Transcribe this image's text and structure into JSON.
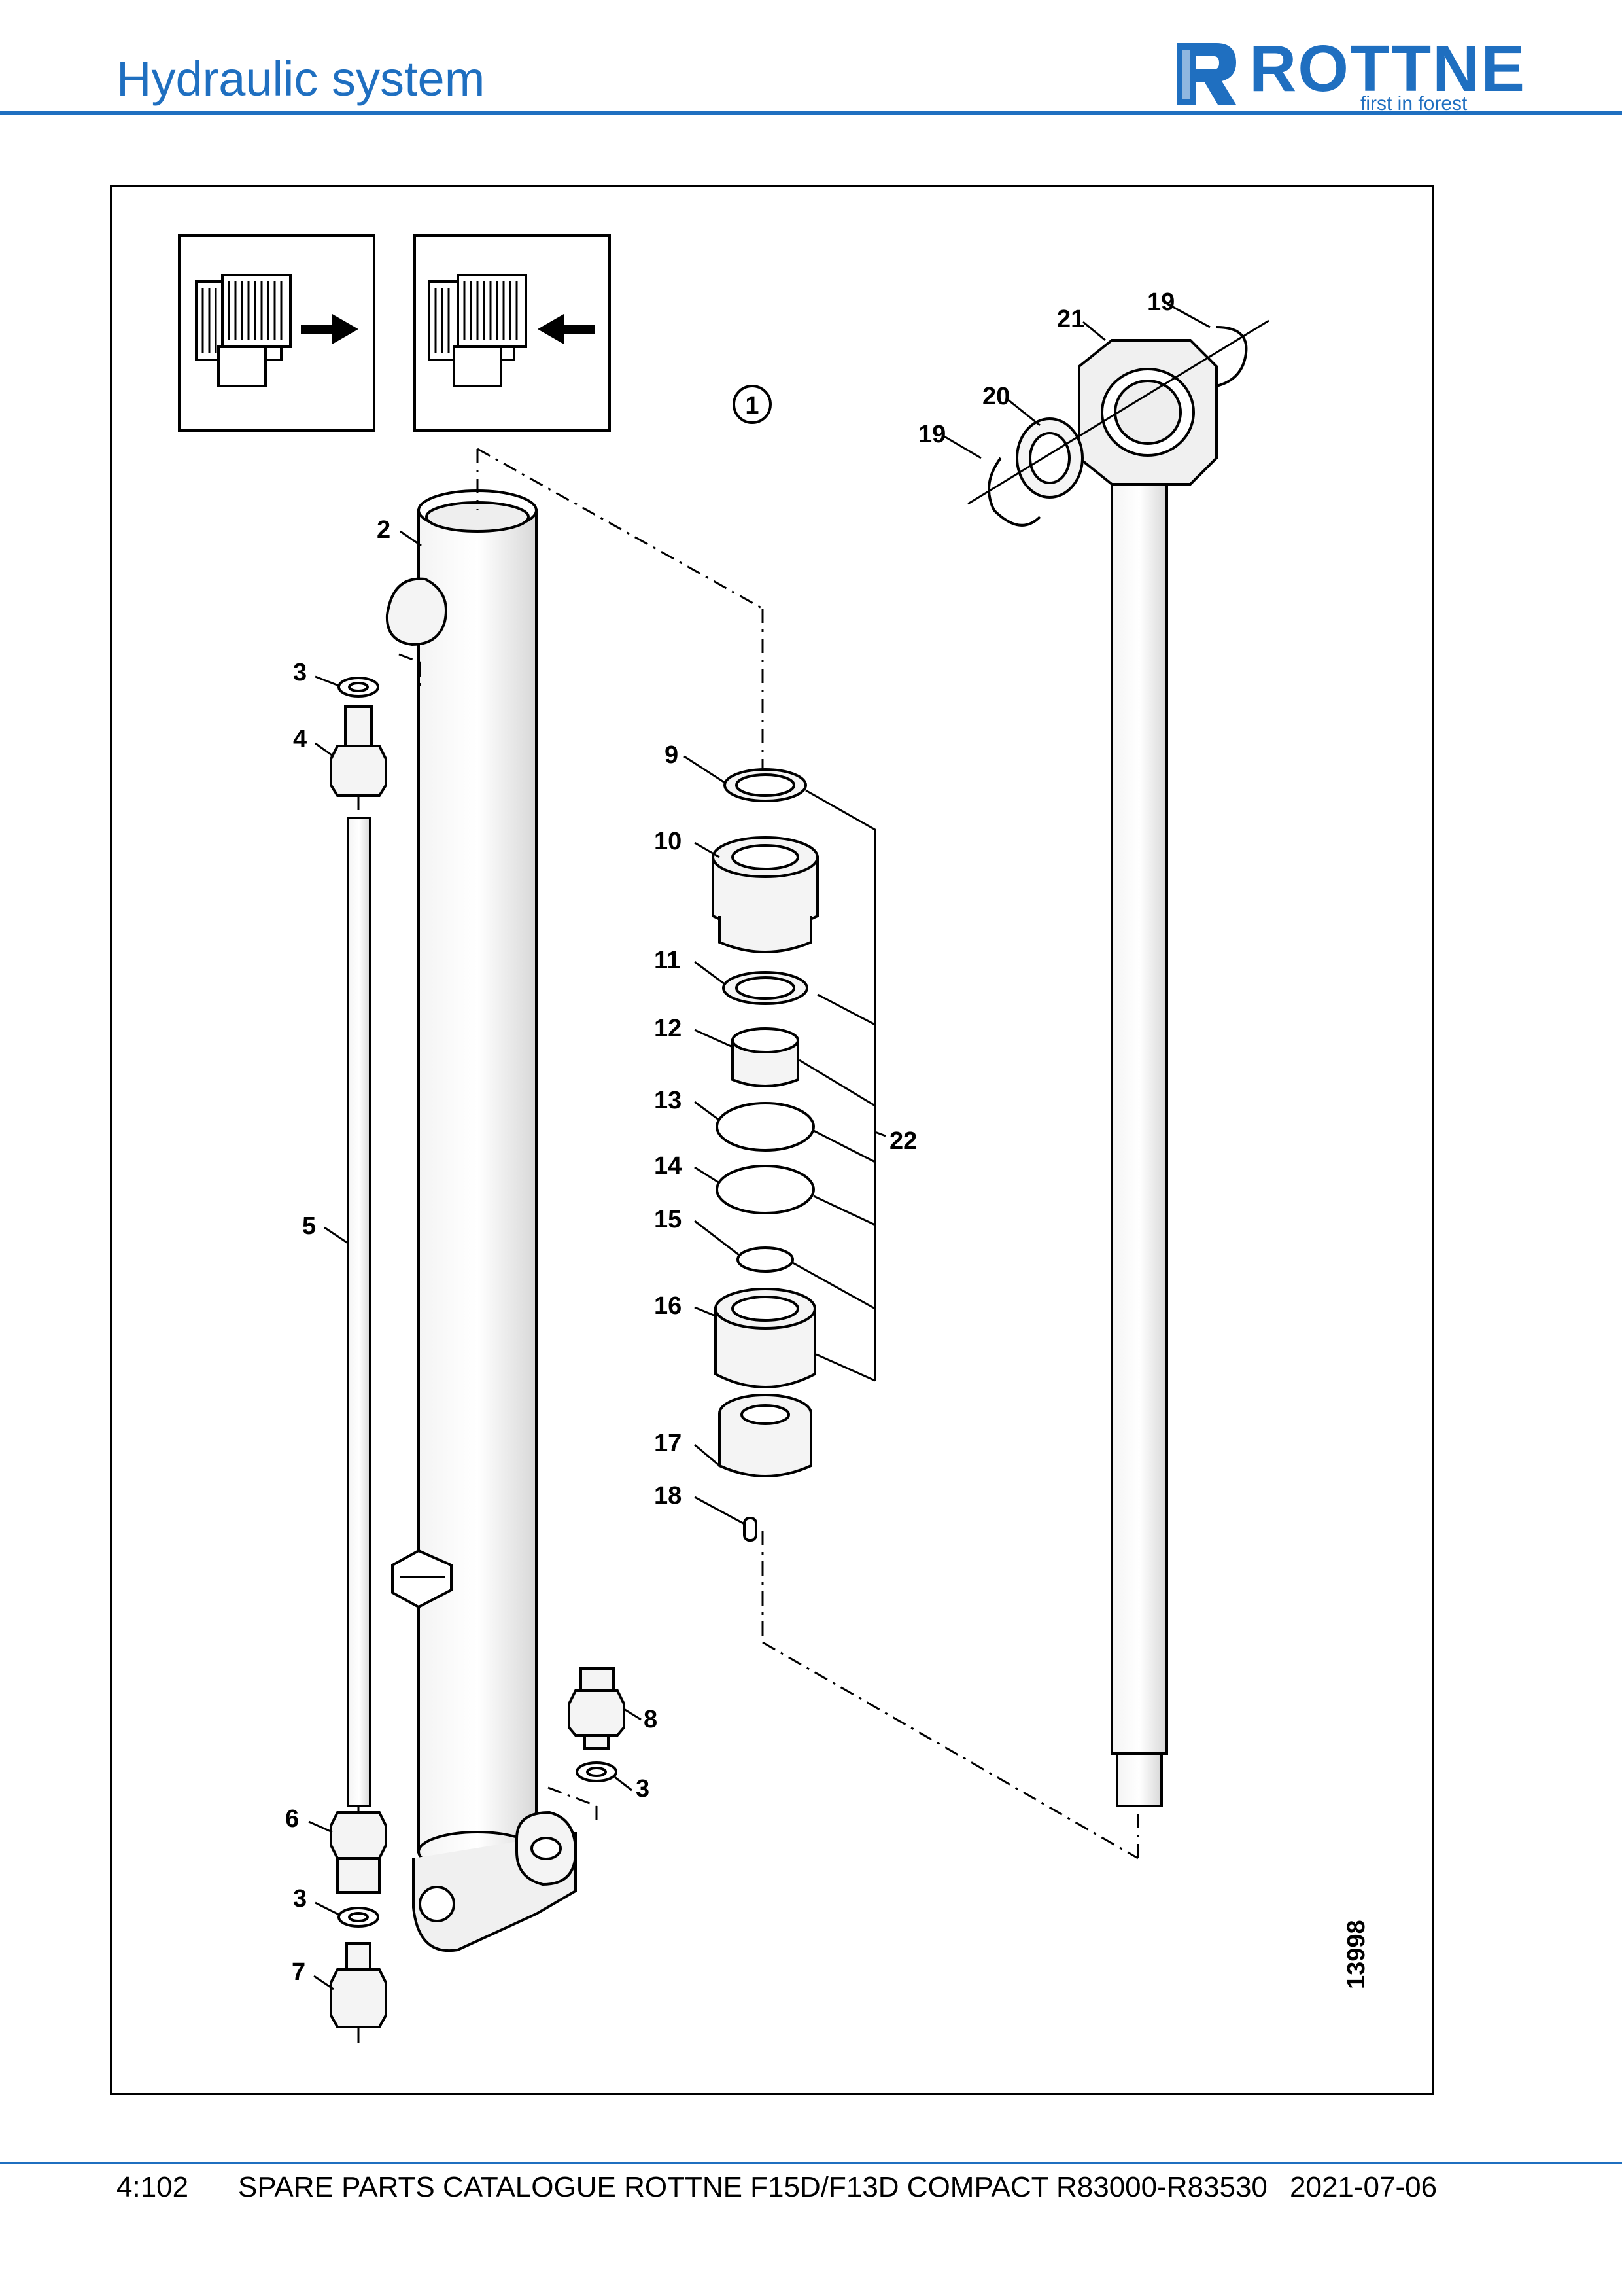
{
  "header": {
    "section_title": "Hydraulic system",
    "logo_text": "ROTTNE",
    "logo_tagline": "first in forest",
    "accent_color": "#1f6fc0"
  },
  "figure": {
    "assembly_callout": "1",
    "figure_number": "13998",
    "icons": [
      "remove-arrow-icon",
      "install-arrow-icon"
    ],
    "part_labels": {
      "p2": "2",
      "p3a": "3",
      "p4": "4",
      "p5": "5",
      "p6": "6",
      "p3b": "3",
      "p7": "7",
      "p8": "8",
      "p3c": "3",
      "p9": "9",
      "p10": "10",
      "p11": "11",
      "p12": "12",
      "p13": "13",
      "p14": "14",
      "p15": "15",
      "p16": "16",
      "p17": "17",
      "p18": "18",
      "p19a": "19",
      "p19b": "19",
      "p20": "20",
      "p21": "21",
      "p22": "22"
    }
  },
  "footer": {
    "page_number": "4:102",
    "catalogue_title": "SPARE PARTS CATALOGUE ROTTNE F15D/F13D COMPACT R83000-R83530",
    "date": "2021-07-06"
  }
}
